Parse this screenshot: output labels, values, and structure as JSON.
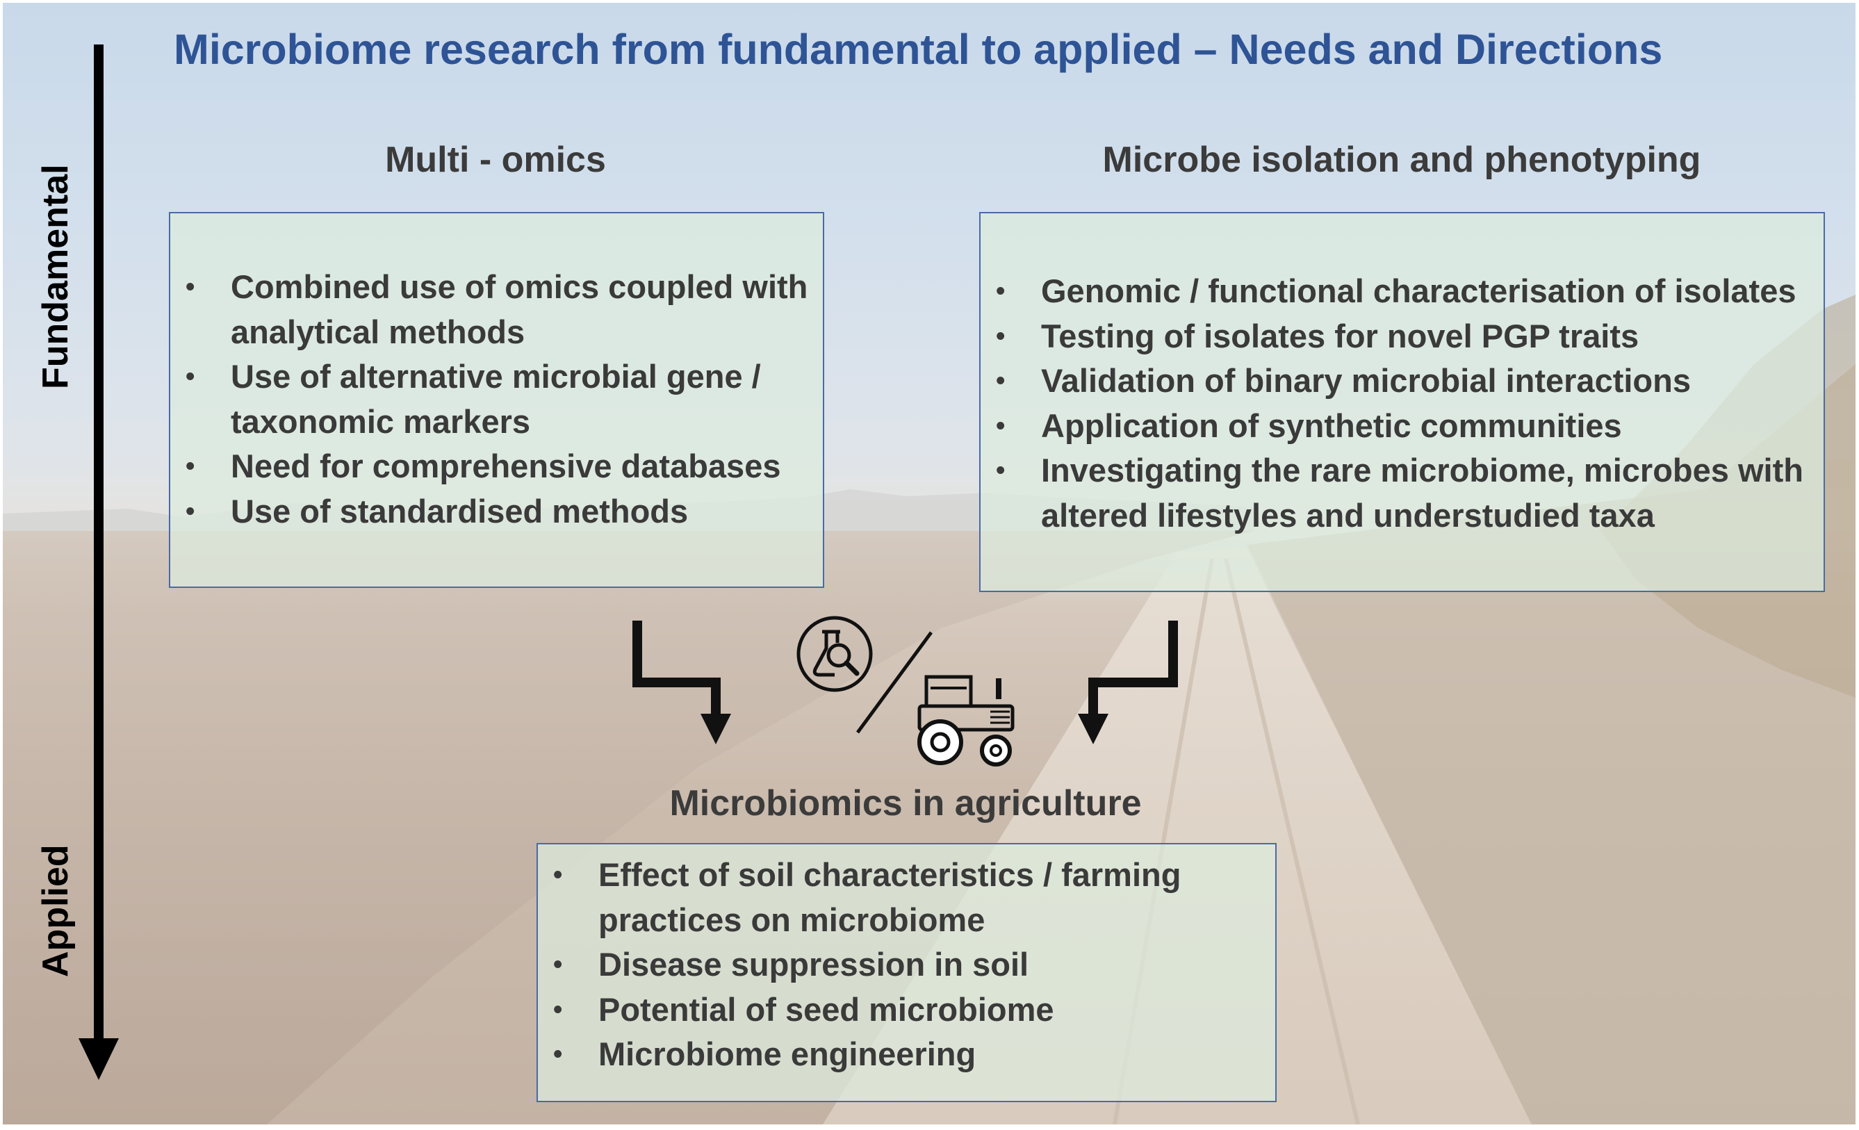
{
  "title": "Microbiome research from fundamental to applied – Needs and Directions",
  "axis": {
    "top_label": "Fundamental",
    "bottom_label": "Applied"
  },
  "sections": {
    "multi_omics": {
      "heading": "Multi - omics",
      "items": [
        "Combined use of omics coupled with analytical methods",
        "Use of alternative microbial gene / taxonomic markers",
        "Need for comprehensive databases",
        "Use of standardised methods"
      ]
    },
    "isolation": {
      "heading": "Microbe isolation and phenotyping",
      "items": [
        "Genomic / functional characterisation of isolates",
        "Testing of isolates for novel PGP traits",
        "Validation of binary microbial interactions",
        "Application of synthetic communities",
        "Investigating the rare microbiome, microbes with altered lifestyles and understudied taxa"
      ]
    },
    "agriculture": {
      "heading": "Microbiomics in agriculture",
      "items": [
        "Effect of soil characteristics / farming practices on microbiome",
        "Disease suppression in soil",
        "Potential of seed microbiome",
        "Microbiome engineering"
      ]
    }
  },
  "bullet_glyph": "•",
  "icons": [
    "lab-flask-magnifier-icon",
    "slash-divider",
    "tractor-icon"
  ],
  "colors": {
    "title": "#2e5496",
    "heading": "#3b3b3b",
    "box_border": "#4a6aa5",
    "box_fill": "#dcecde"
  }
}
